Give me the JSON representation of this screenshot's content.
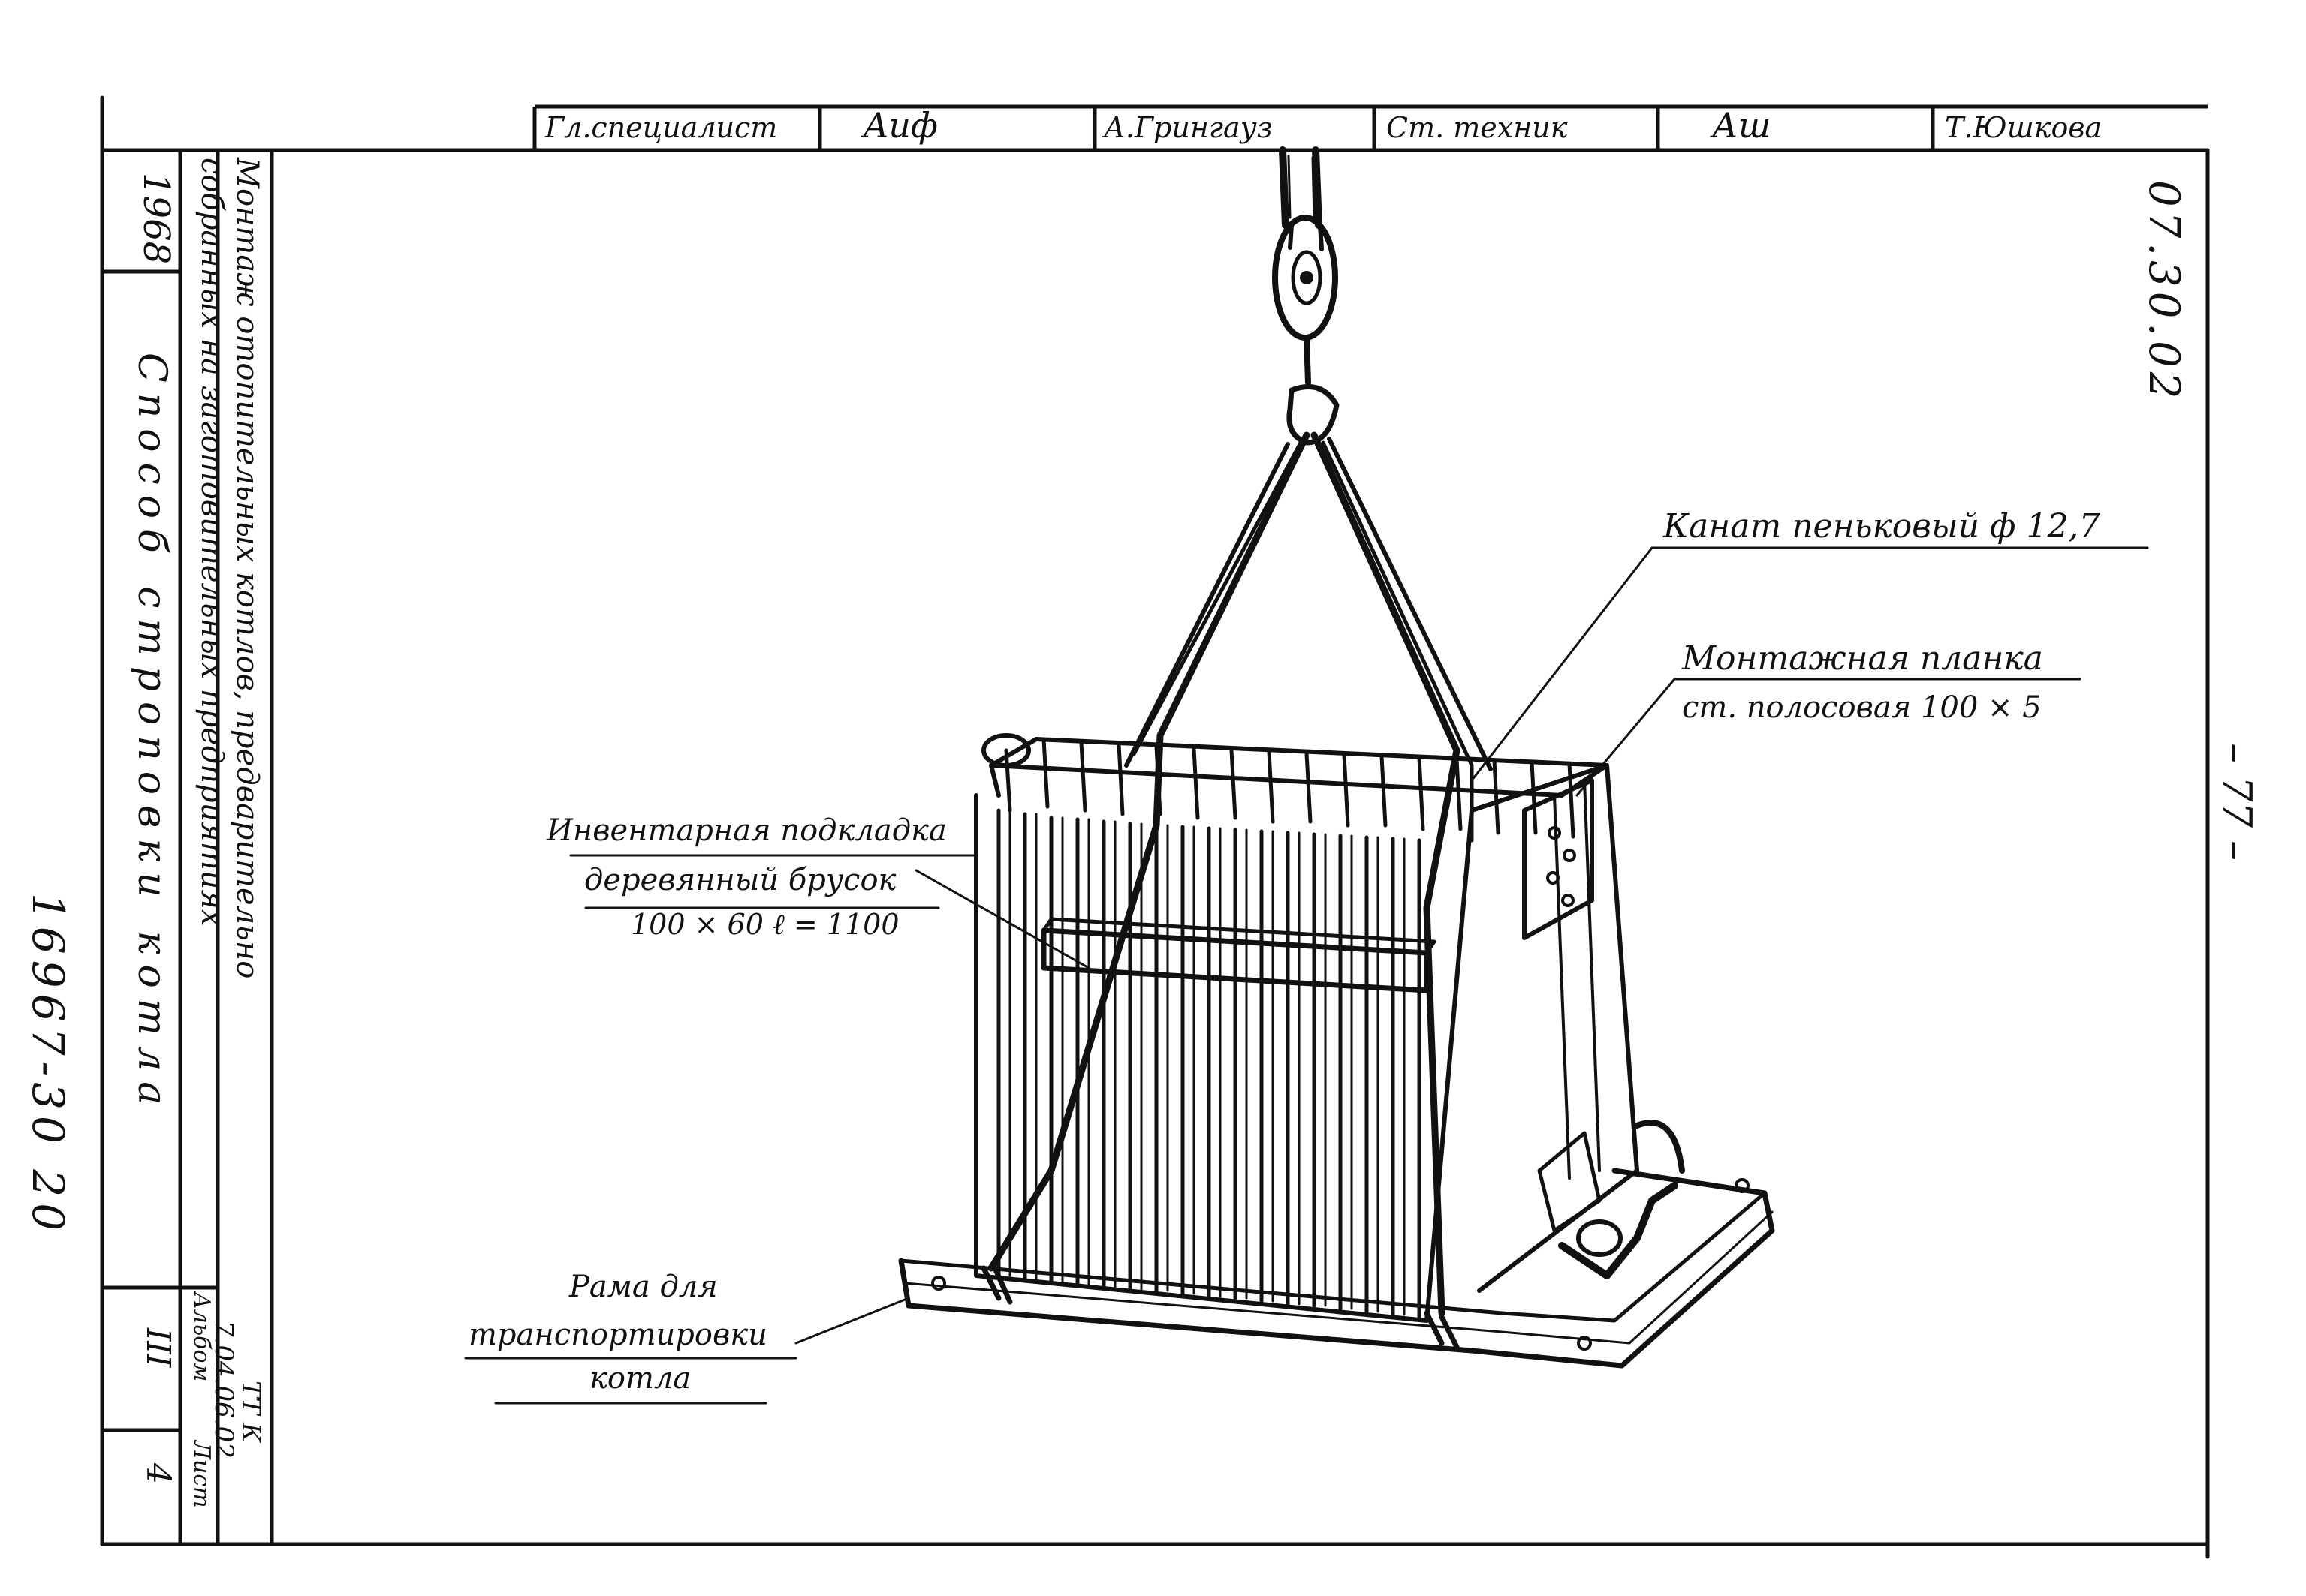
{
  "title_block": {
    "role_1": "Гл.специалист",
    "signature_1": "Auф",
    "name_1": "А.Грингауз",
    "role_2": "Ст. техник",
    "signature_2": "Аш",
    "name_2": "Т.Юшкова"
  },
  "side_block": {
    "year": "1968",
    "title_line_1": "Монтаж отопительных котлов, предварительно",
    "title_line_2": "собранных на заготовительных предприятиях",
    "subtitle": "Способ строповки котла",
    "doc_code_line_1": "ТТ К",
    "doc_code_line_2": "7.04.06.02",
    "album_label": "Альбом",
    "album_value": "III",
    "sheet_label": "Лист",
    "sheet_value": "4"
  },
  "stamp_number": "16967-30  20",
  "drawing_code": "07.30.02",
  "page_mark": "– 77 –",
  "callouts": {
    "rope": "Канат пеньковый ф 12,7",
    "plate_line_1": "Монтажная планка",
    "plate_line_2": "ст. полосовая 100 × 5",
    "pad_line_1": "Инвентарная подкладка",
    "pad_line_2": "деревянный брусок",
    "pad_line_3": "100 × 60  ℓ = 1100",
    "frame_line_1": "Рама для",
    "frame_line_2": "транспортировки",
    "frame_line_3": "котла"
  }
}
